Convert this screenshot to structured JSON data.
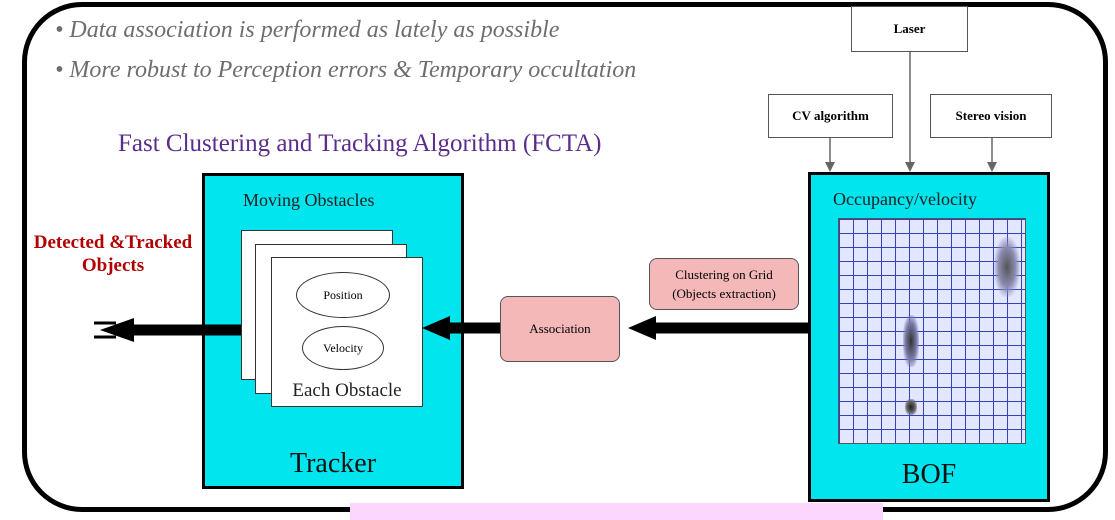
{
  "bullets": [
    "• Data association is performed as lately as possible",
    "• More robust to Perception errors & Temporary occultation"
  ],
  "sensors": {
    "laser": "Laser",
    "cv": "CV algorithm",
    "stereo": "Stereo vision"
  },
  "fcta_title": "Fast Clustering and Tracking Algorithm (FCTA)",
  "tracker": {
    "header": "Moving Obstacles",
    "card_label": "Each Obstacle",
    "position": "Position",
    "velocity": "Velocity",
    "title": "Tracker"
  },
  "association": "Association",
  "clustering": {
    "line1": "Clustering on Grid",
    "line2": "(Objects extraction)"
  },
  "bof": {
    "header": "Occupancy/velocity",
    "title": "BOF"
  },
  "output": {
    "line1": "Detected &Tracked",
    "line2": "Objects"
  },
  "colors": {
    "box": "#00e5ee",
    "association": "#f4b8b8",
    "title_purple": "#5a2d8c",
    "output_red": "#b00000",
    "bullet_gray": "#6e6e6e"
  }
}
